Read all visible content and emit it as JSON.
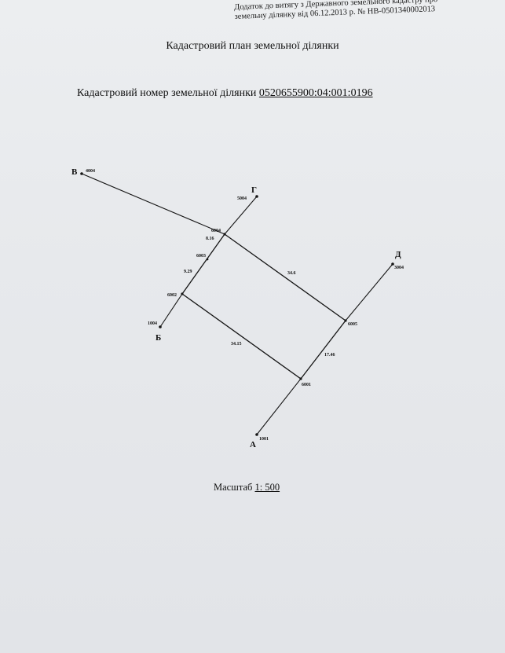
{
  "header": {
    "note_line1": "Додаток до витягу з Державного земельного кадастру про",
    "note_line2": "земельну ділянку від 06.12.2013 р. № НВ-0501340002013"
  },
  "document": {
    "title": "Кадастровий план земельної ділянки",
    "cadastral_label": "Кадастровий номер земельної ділянки",
    "cadastral_number": "0520655900:04:001:0196",
    "scale_label": "Масштаб",
    "scale_value": "1: 500"
  },
  "plan": {
    "corner_letters": {
      "V": "В",
      "G": "Г",
      "D": "Д",
      "B": "Б",
      "A": "А"
    },
    "point_ids": {
      "p4004": "4004",
      "p5004": "5004",
      "p3004": "3004",
      "p1004": "1004",
      "p1001": "1001",
      "p6004": "6004",
      "p6003": "6003",
      "p6002": "6002",
      "p6005": "6005",
      "p6001": "6001"
    },
    "lengths": {
      "top_short": "8.16",
      "left_short": "9.29",
      "top_long": "34.6",
      "bottom_long": "34.15",
      "right": "17.46"
    }
  }
}
